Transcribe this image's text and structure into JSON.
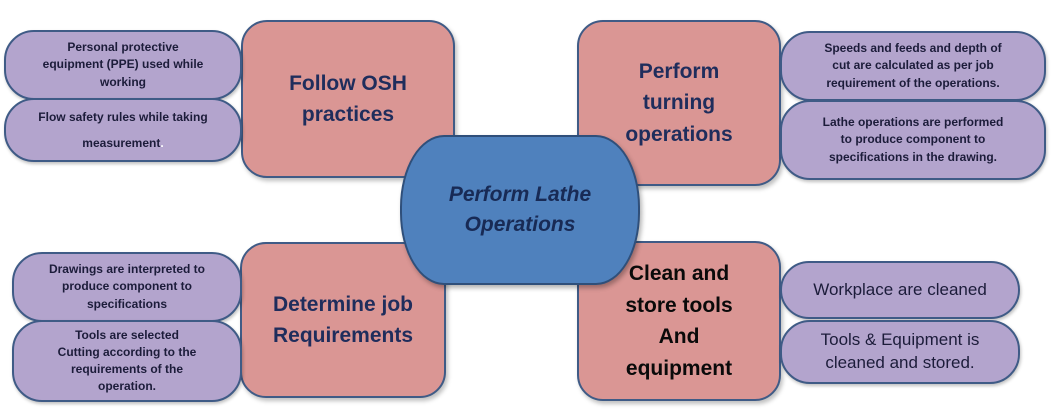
{
  "center": {
    "line1": "Perform Lathe",
    "line2": "Operations"
  },
  "top_left": {
    "title_line1": "Follow OSH",
    "title_line2": "practices",
    "items": [
      {
        "lines": [
          "Personal protective",
          "equipment (PPE) used while",
          "working"
        ]
      },
      {
        "lines": [
          "Flow safety rules while taking",
          "measurement"
        ],
        "trailing": "."
      }
    ]
  },
  "top_right": {
    "title_line1": "Perform",
    "title_line2": "turning",
    "title_line3": "operations",
    "items": [
      {
        "lines": [
          "Speeds and feeds and depth of",
          "cut are calculated  as per job",
          "requirement of the operations."
        ]
      },
      {
        "lines": [
          "Lathe operations  are performed",
          "to produce component  to",
          "specifications  in the drawing."
        ]
      }
    ]
  },
  "bottom_left": {
    "title_line1": "Determine job",
    "title_line2": "Requirements",
    "items": [
      {
        "lines": [
          "Drawings are interpreted to",
          "produce component  to",
          "specifications"
        ]
      },
      {
        "lines": [
          "Tools are selected",
          "Cutting according  to the",
          "requirements of the",
          "operation."
        ]
      }
    ]
  },
  "bottom_right": {
    "title_line1": "Clean and",
    "title_line2": "store tools",
    "title_line3": "And",
    "title_line4": "equipment",
    "items": [
      {
        "lines": [
          "Workplace are cleaned"
        ]
      },
      {
        "lines": [
          "Tools & Equipment is",
          "cleaned and stored."
        ]
      }
    ]
  },
  "colors": {
    "pill_fill": "#b3a4cd",
    "main_fill": "#da9694",
    "center_fill": "#4f81bd",
    "border": "#3f5b86"
  }
}
